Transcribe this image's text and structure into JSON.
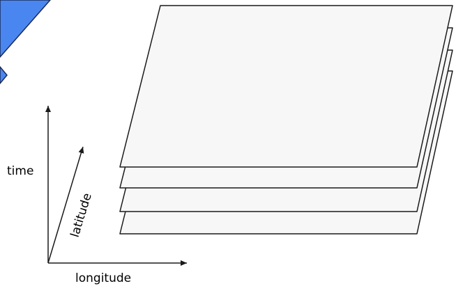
{
  "axes": {
    "time_label": "time",
    "latitude_label": "latitude",
    "longitude_label": "longitude"
  },
  "layers": {
    "count": 4
  },
  "colors": {
    "shape_fill": "#4a86f0",
    "shape_stroke": "#1a2a55",
    "layer_fill": "#f7f7f7",
    "layer_stroke": "#1a1a1a",
    "axis_stroke": "#1a1a1a"
  }
}
